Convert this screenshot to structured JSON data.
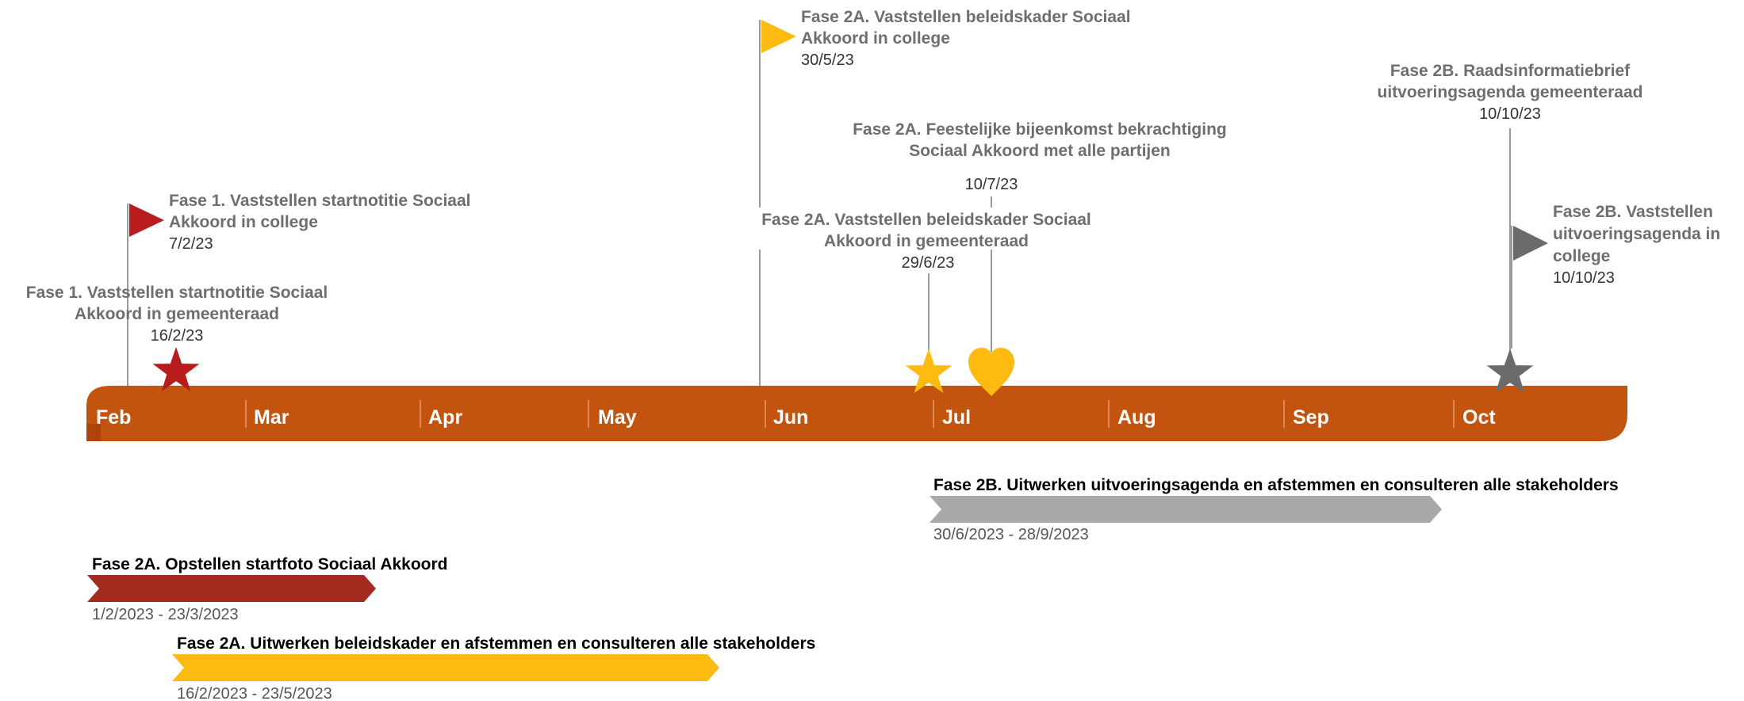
{
  "timeline": {
    "bar_color": "#c2540f",
    "months": [
      {
        "label": "Feb"
      },
      {
        "label": "Mar"
      },
      {
        "label": "Apr"
      },
      {
        "label": "May"
      },
      {
        "label": "Jun"
      },
      {
        "label": "Jul"
      },
      {
        "label": "Aug"
      },
      {
        "label": "Sep"
      },
      {
        "label": "Oct"
      }
    ]
  },
  "milestones": [
    {
      "id": "m1",
      "icon": "flag-icon",
      "color": "#b81c1c",
      "title": [
        "Fase 1. Vaststellen startnotitie Sociaal",
        "Akkoord in college"
      ],
      "date": "7/2/23"
    },
    {
      "id": "m2",
      "icon": "star-icon",
      "color": "#b81c1c",
      "title": [
        "Fase 1. Vaststellen startnotitie Sociaal",
        "Akkoord in gemeenteraad"
      ],
      "date": "16/2/23"
    },
    {
      "id": "m3",
      "icon": "flag-icon",
      "color": "#fdbb12",
      "title": [
        "Fase 2A. Vaststellen beleidskader Sociaal",
        "Akkoord in college"
      ],
      "date": "30/5/23"
    },
    {
      "id": "m4",
      "icon": "star-icon",
      "color": "#fdbb12",
      "title": [
        "Fase 2A. Vaststellen beleidskader Sociaal",
        "Akkoord in gemeenteraad"
      ],
      "date": "29/6/23"
    },
    {
      "id": "m5",
      "icon": "heart-icon",
      "color": "#fdbb12",
      "title": [
        "Fase 2A. Feestelijke bijeenkomst bekrachtiging",
        "Sociaal Akkoord met alle partijen"
      ],
      "date": "10/7/23"
    },
    {
      "id": "m6",
      "icon": "star-icon",
      "color": "#6b6b6b",
      "title": [
        "Fase 2B. Raadsinformatiebrief",
        "uitvoeringsagenda gemeenteraad"
      ],
      "date": "10/10/23"
    },
    {
      "id": "m7",
      "icon": "flag-icon",
      "color": "#6b6b6b",
      "title": [
        "Fase 2B. Vaststellen",
        "uitvoeringsagenda in",
        "college"
      ],
      "date": "10/10/23"
    }
  ],
  "tasks": [
    {
      "id": "t1",
      "color": "#a9a9a9",
      "title": "Fase 2B. Uitwerken uitvoeringsagenda en afstemmen en consulteren alle stakeholders",
      "range": "30/6/2023 - 28/9/2023"
    },
    {
      "id": "t2",
      "color": "#a32a1e",
      "title": "Fase 2A. Opstellen startfoto Sociaal Akkoord",
      "range": "1/2/2023 - 23/3/2023"
    },
    {
      "id": "t3",
      "color": "#fdbb12",
      "title": "Fase 2A. Uitwerken beleidskader en afstemmen en consulteren alle stakeholders",
      "range": "16/2/2023 - 23/5/2023"
    }
  ]
}
